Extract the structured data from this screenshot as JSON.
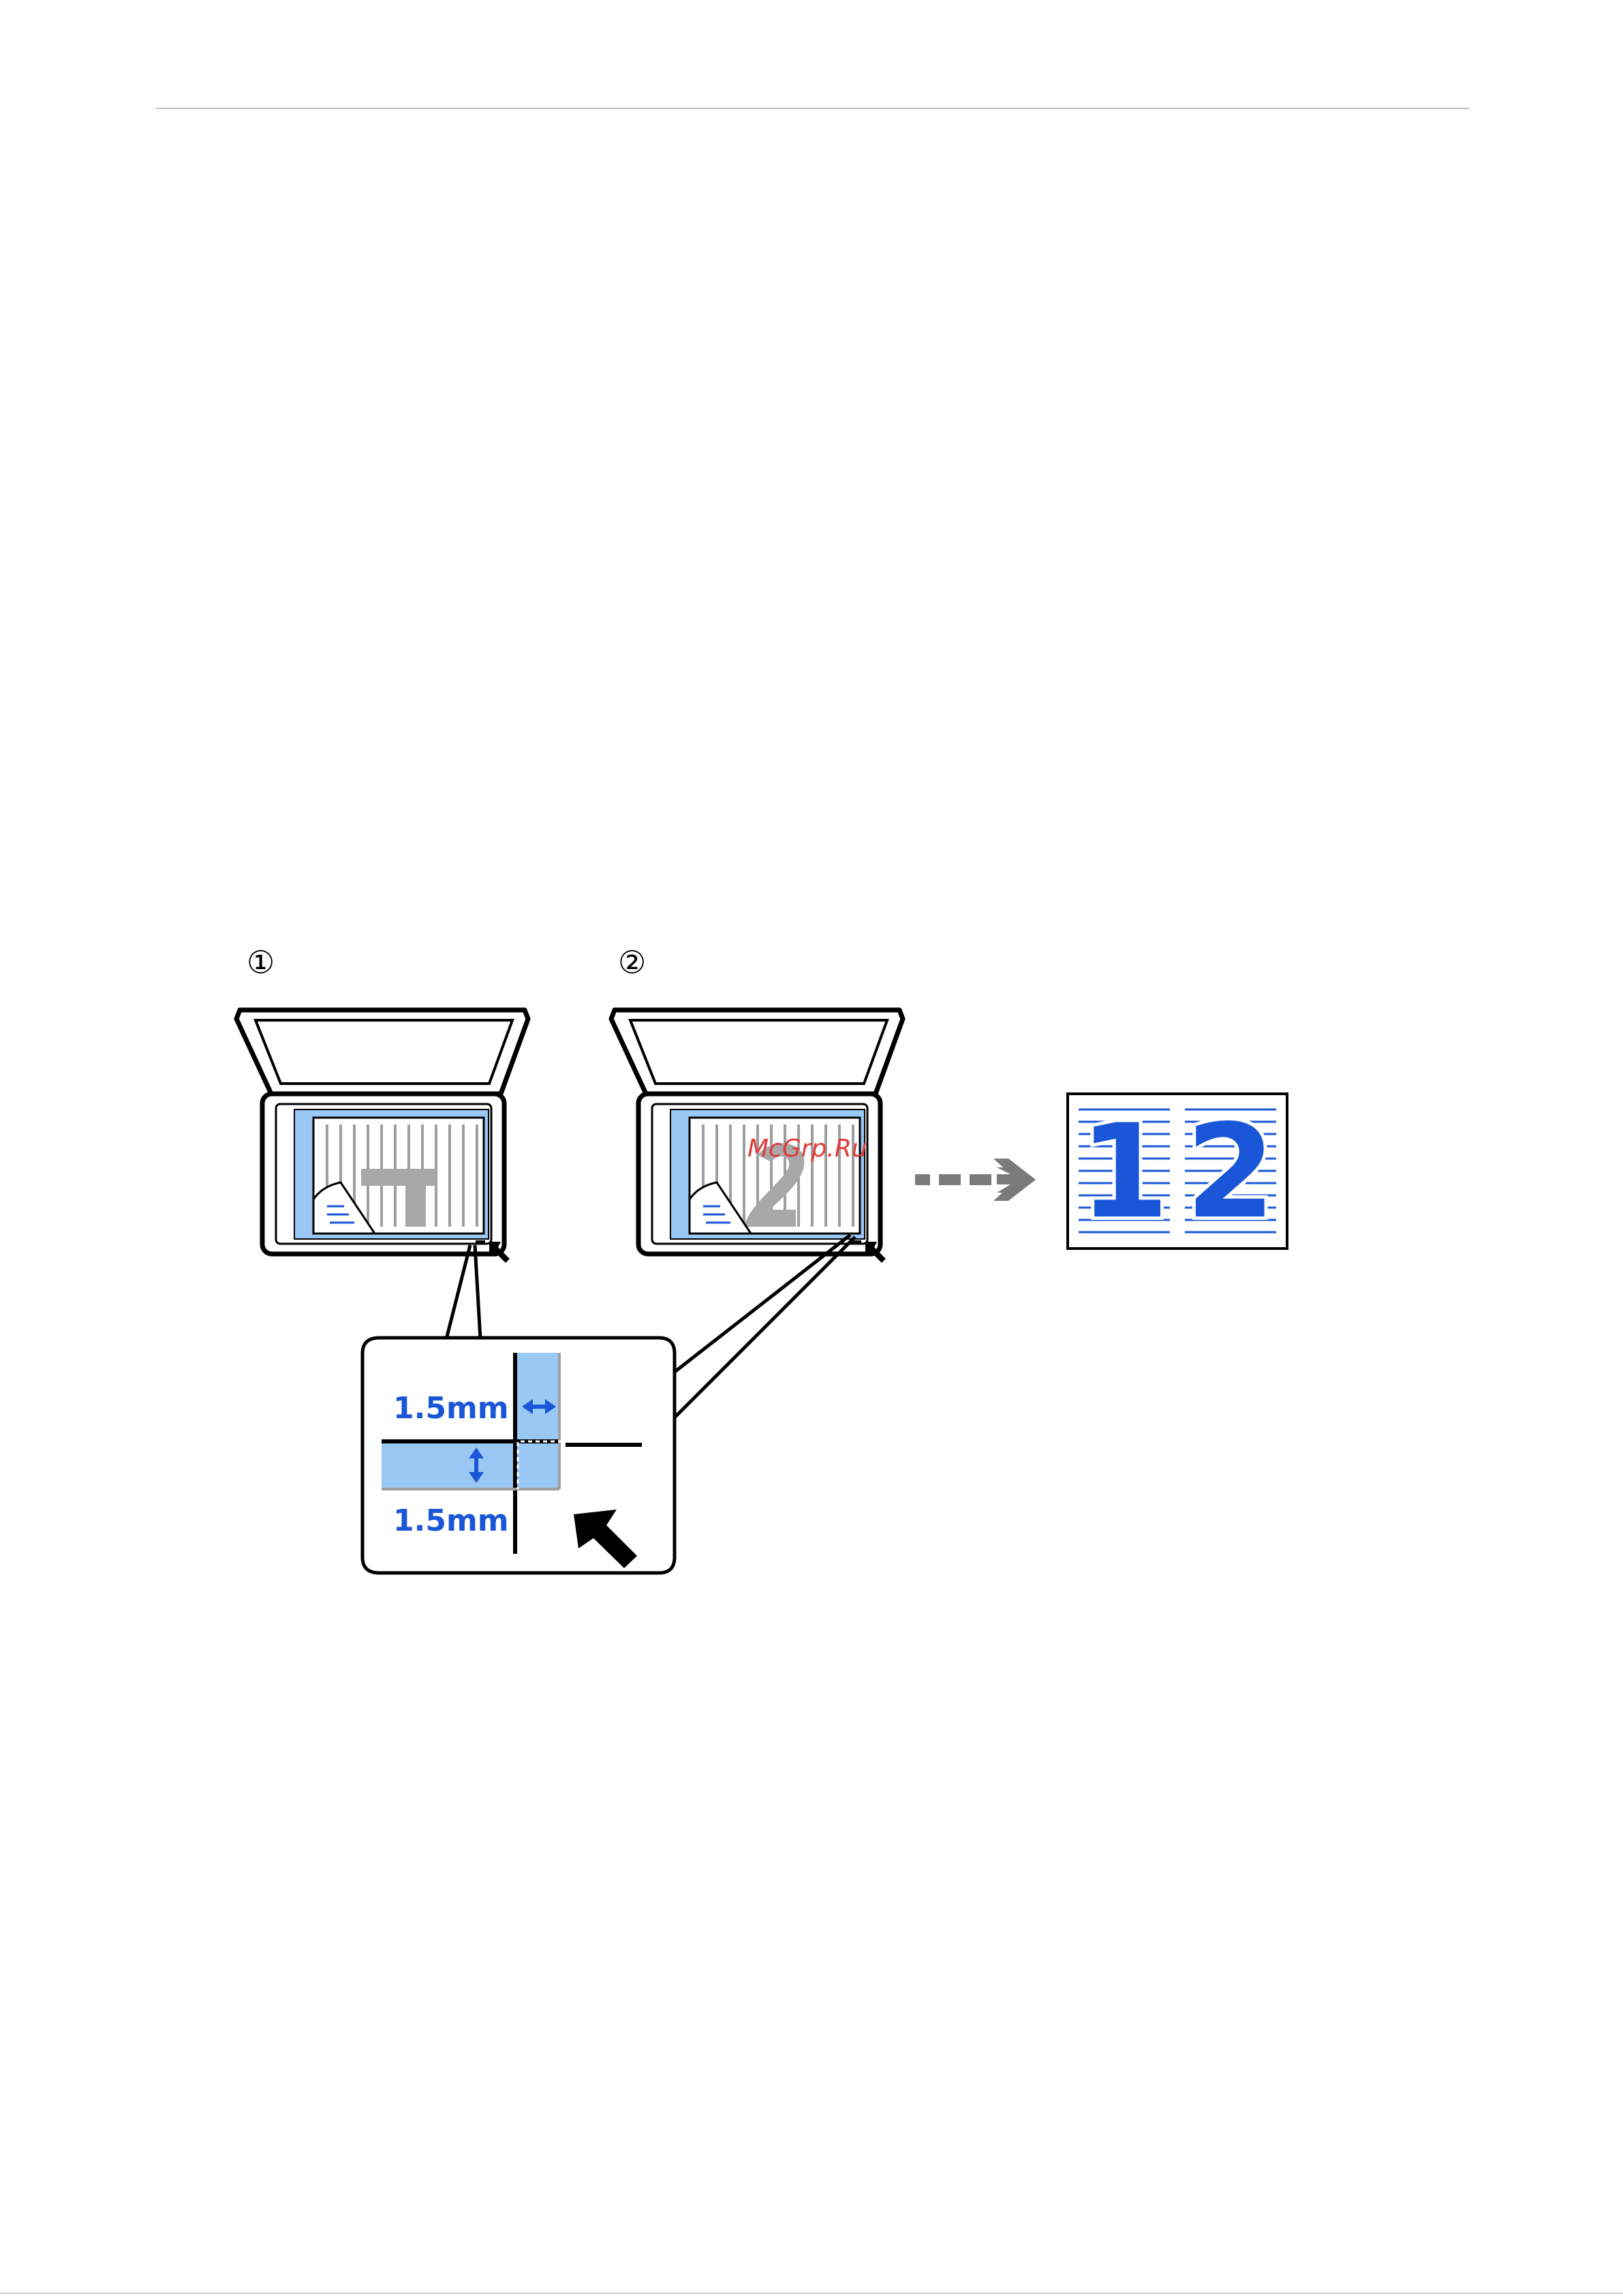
{
  "steps": {
    "first": "①",
    "second": "②"
  },
  "callout": {
    "horizontal_margin": "1.5mm",
    "vertical_margin": "1.5mm"
  },
  "result": {
    "page_left": "1",
    "page_right": "2"
  },
  "watermark": "McGrp.Ru",
  "colors": {
    "accent_blue": "#1a56d8",
    "glass_blue": "#99c8f5",
    "arrow_gray": "#7a7a7a",
    "watermark_red": "#e03a3a"
  },
  "icons": [
    "scanner-icon",
    "corner-mark-arrow-icon",
    "double-arrow-icon",
    "dashed-arrow-icon"
  ]
}
